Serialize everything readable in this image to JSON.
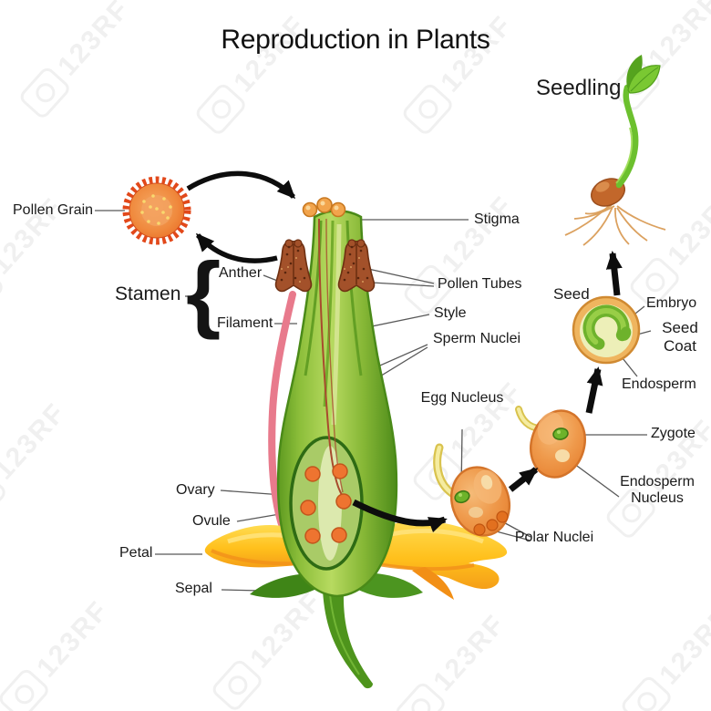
{
  "title": "Reproduction in Plants",
  "watermark": {
    "symbol": "ⓒ",
    "text": "123RF"
  },
  "labels": {
    "pollen_grain": "Pollen Grain",
    "stamen": "Stamen",
    "stamen_brace": "{",
    "anther": "Anther",
    "filament": "Filament",
    "stigma": "Stigma",
    "pollen_tubes": "Pollen Tubes",
    "style": "Style",
    "sperm_nuclei": "Sperm Nuclei",
    "ovary": "Ovary",
    "ovule": "Ovule",
    "petal": "Petal",
    "sepal": "Sepal",
    "egg_nucleus": "Egg Nucleus",
    "polar_nuclei": "Polar Nuclei",
    "zygote": "Zygote",
    "endosperm_nucleus": "Endosperm Nucleus",
    "seed": "Seed",
    "embryo": "Embryo",
    "seed_coat": "Seed Coat",
    "endosperm": "Endosperm",
    "seedling": "Seedling"
  },
  "colors": {
    "text": "#1a1a1a",
    "leader_line": "#595959",
    "arrow": "#0d0d0d",
    "petal_yellow": "#FFC41E",
    "petal_orange": "#F28F16",
    "leaf_green": "#4E941C",
    "style_green": "#8CBE3A",
    "ovule_orange": "#EE7430",
    "filament_pink": "#E87A8C",
    "anther_brown": "#A3512A",
    "pollen_grain_orange": "#ED6E27",
    "cell_orange": "#EF9A4C",
    "nucleus_green": "#6DB32A",
    "seed_coat_tan": "#EFB55F",
    "endosperm_pale": "#EDEFB8",
    "watermark_gray": "#8a8a8a"
  }
}
